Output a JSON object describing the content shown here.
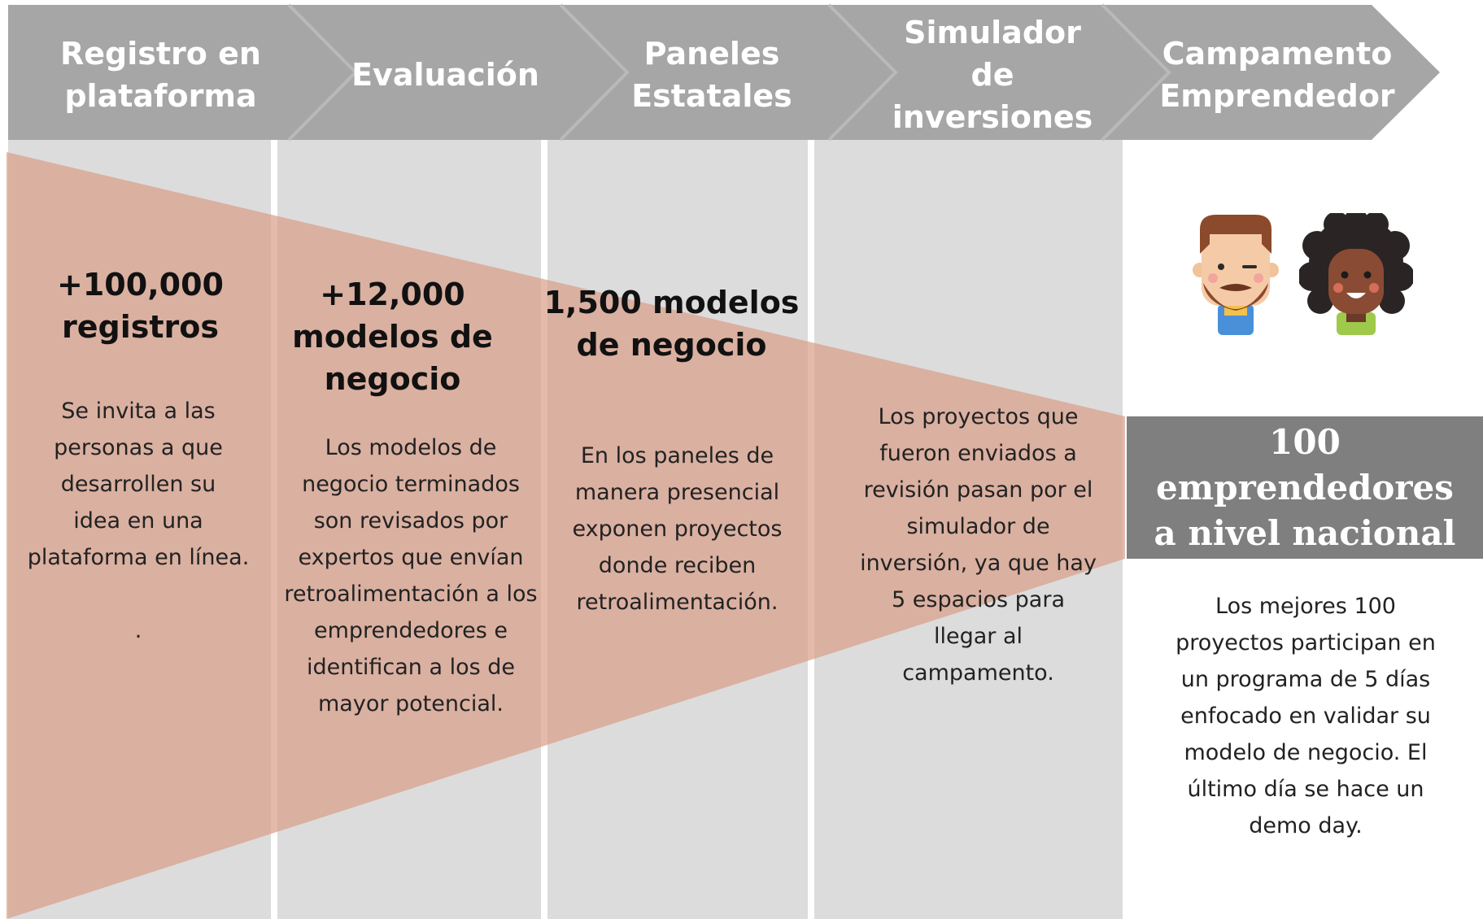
{
  "steps": [
    {
      "label_lines": [
        "Registro en",
        "plataforma"
      ]
    },
    {
      "label_lines": [
        "Evaluación"
      ]
    },
    {
      "label_lines": [
        "Paneles",
        "Estatales"
      ]
    },
    {
      "label_lines": [
        "Simulador",
        "de",
        "inversiones"
      ]
    },
    {
      "label_lines": [
        "Campamento",
        "Emprendedor"
      ]
    }
  ],
  "stages": [
    {
      "metric_lines": [
        "+100,000",
        "registros"
      ],
      "desc_lines": [
        "Se invita a las",
        "personas a que",
        "desarrollen su",
        "idea en una",
        "plataforma en línea.",
        "",
        "."
      ]
    },
    {
      "metric_lines": [
        "+12,000",
        "modelos de",
        "negocio"
      ],
      "desc_lines": [
        "Los modelos de",
        "negocio terminados",
        "son revisados por",
        "expertos que envían",
        "retroalimentación a los",
        "emprendedores e",
        "identifican a los de",
        "mayor potencial."
      ]
    },
    {
      "metric_lines": [
        "1,500 modelos",
        "de negocio"
      ],
      "desc_lines": [
        "En los paneles de",
        "manera presencial",
        "exponen proyectos",
        "donde reciben",
        "retroalimentación."
      ]
    },
    {
      "metric_lines": [],
      "desc_lines": [
        "Los proyectos que",
        "fueron enviados a",
        "revisión pasan por el",
        "simulador de",
        "inversión, ya que hay",
        "5 espacios para",
        "llegar al",
        "campamento."
      ]
    }
  ],
  "result": {
    "title_lines": [
      "100 emprendedores",
      "a nivel nacional"
    ],
    "desc_lines": [
      "Los mejores 100",
      "proyectos participan en",
      "un programa de 5 días",
      "enfocado en validar su",
      "modelo de negocio. El",
      "último día se hace un",
      "demo day."
    ]
  },
  "avatars": [
    {
      "icon": "bearded-man-avatar-icon"
    },
    {
      "icon": "curly-hair-woman-avatar-icon"
    }
  ],
  "colors": {
    "arrow_band": "#a6a6a6",
    "column_bg": "#dcdcdc",
    "funnel": "#d9a08a",
    "result_box": "#7f7f7f"
  }
}
